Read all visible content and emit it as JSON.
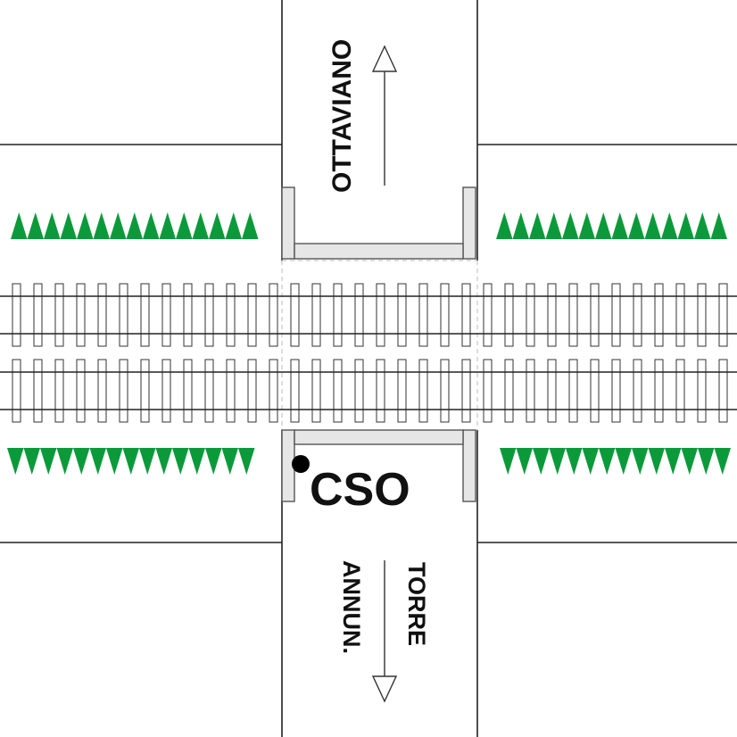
{
  "labels": {
    "north_direction": "OTTAVIANO",
    "south_direction_line1": "TORRE",
    "south_direction_line2": "ANNUN.",
    "station_code": "CSO"
  },
  "tracks": {
    "count": 2
  },
  "colors": {
    "line": "#222222",
    "vegetation": "#0b9a3a",
    "platform_fill": "#e6e6e6",
    "platform_stroke": "#555555",
    "text": "#111111",
    "signal": "#000000"
  },
  "icons": {
    "north_arrow": "arrow-up-icon",
    "south_arrow": "arrow-down-icon",
    "vegetation": "hedge-icon",
    "signal": "dot-icon"
  }
}
